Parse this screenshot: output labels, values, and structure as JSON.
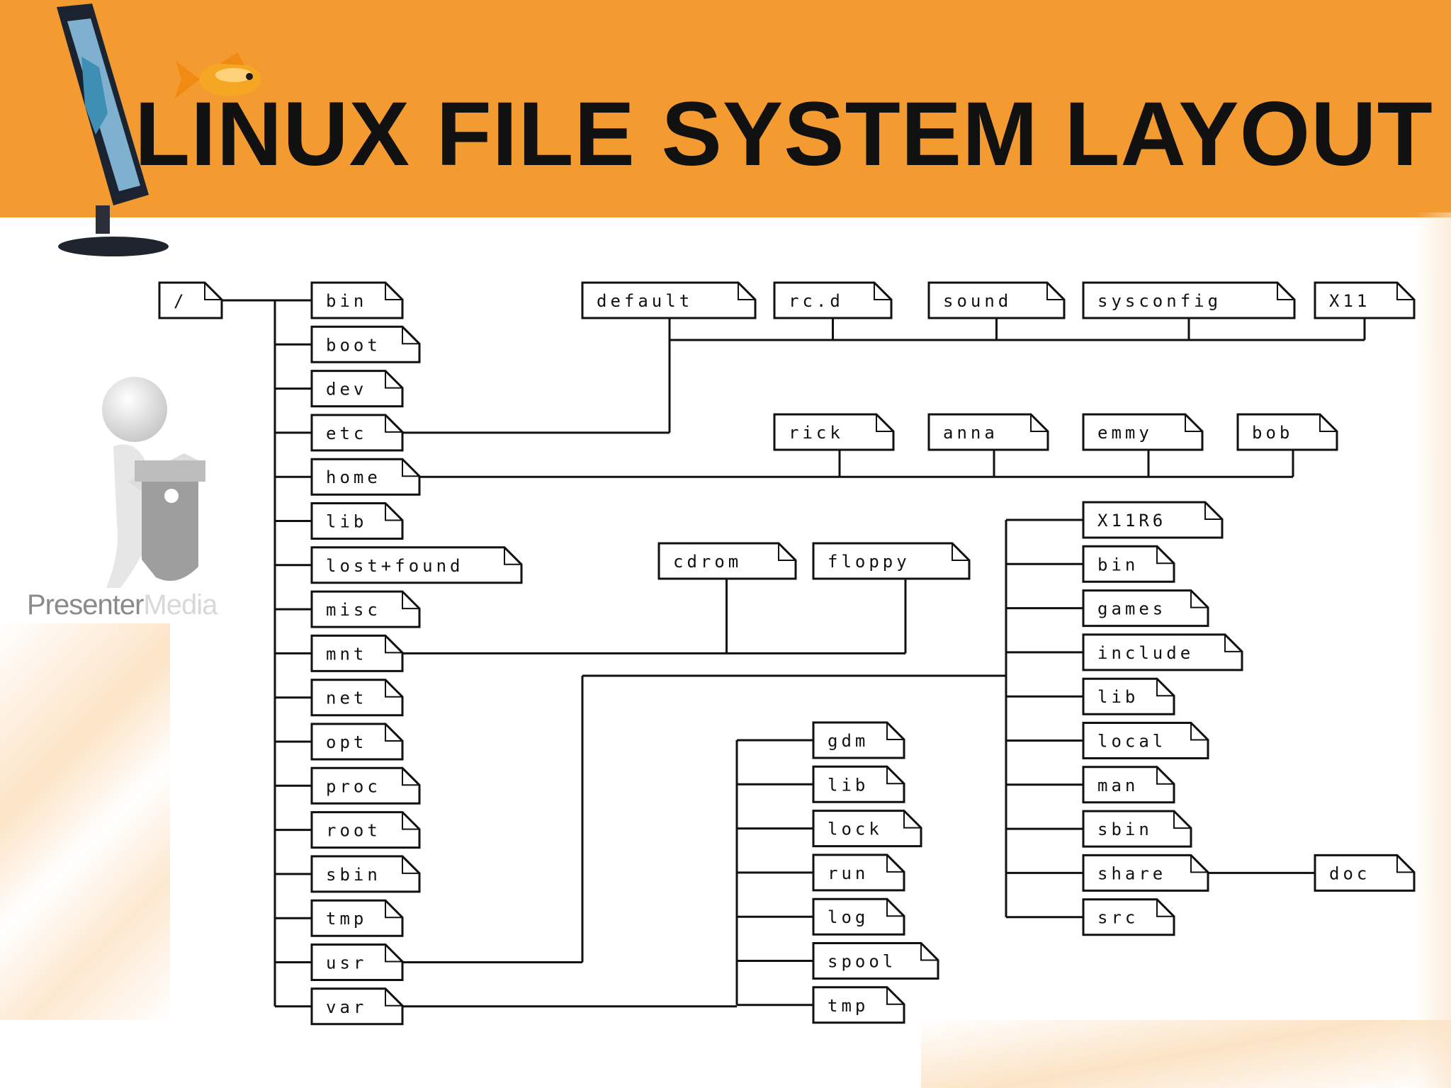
{
  "title": "LINUX FILE SYSTEM LAYOUT",
  "brand": {
    "part1": "Presenter",
    "part2": "Media"
  },
  "colors": {
    "header": "#f39a31",
    "line": "#111111",
    "box_fill": "#ffffff"
  },
  "icons": [
    "computer-monitor-icon",
    "goldfish-icon",
    "stick-figure-puzzle-icon"
  ],
  "tree": {
    "root": "/",
    "top_level": [
      "bin",
      "boot",
      "dev",
      "etc",
      "home",
      "lib",
      "lost+found",
      "misc",
      "mnt",
      "net",
      "opt",
      "proc",
      "root",
      "sbin",
      "tmp",
      "usr",
      "var"
    ],
    "etc_children": [
      "default",
      "rc.d",
      "sound",
      "sysconfig",
      "X11"
    ],
    "home_children": [
      "rick",
      "anna",
      "emmy",
      "bob"
    ],
    "mnt_children": [
      "cdrom",
      "floppy"
    ],
    "usr_children": [
      "X11R6",
      "bin",
      "games",
      "include",
      "lib",
      "local",
      "man",
      "sbin",
      "share",
      "src"
    ],
    "share_children": [
      "doc"
    ],
    "var_children": [
      "gdm",
      "lib",
      "lock",
      "run",
      "log",
      "spool",
      "tmp"
    ]
  }
}
